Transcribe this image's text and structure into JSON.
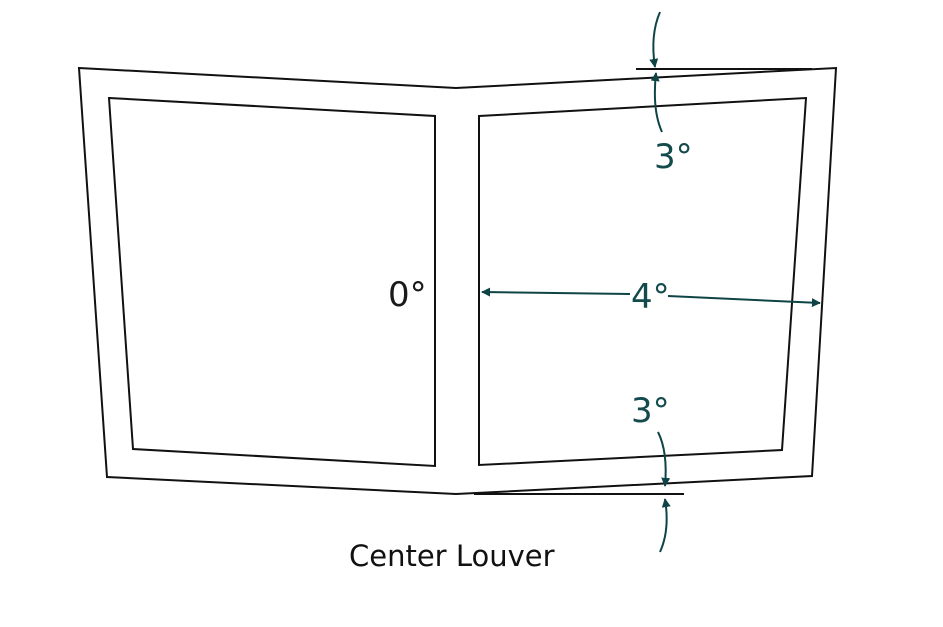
{
  "diagram": {
    "caption": "Center Louver",
    "labels": {
      "top_angle": "3°",
      "bottom_angle": "3°",
      "center_angle": "0°",
      "spread_angle": "4°"
    },
    "colors": {
      "outline": "#111111",
      "dimension": "#0f4446"
    }
  }
}
